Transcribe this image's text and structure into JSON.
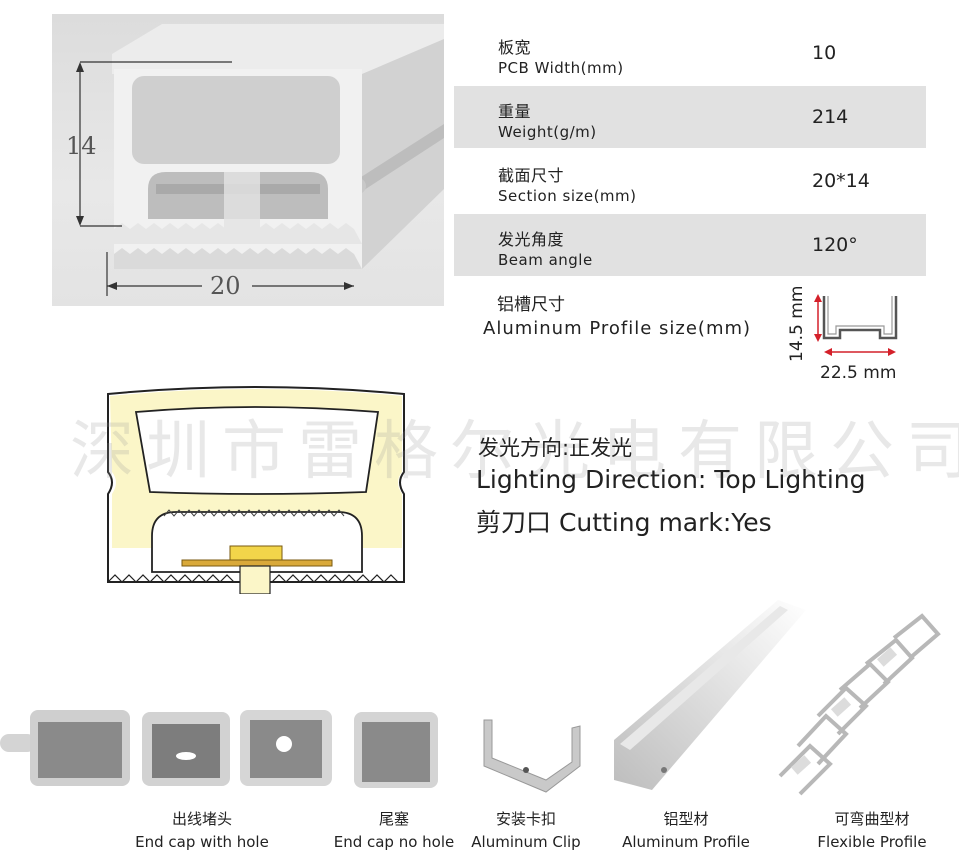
{
  "diagram": {
    "height_label": "14",
    "width_label": "20"
  },
  "specs": [
    {
      "cn": "板宽",
      "en": "PCB Width(mm)",
      "value": "10"
    },
    {
      "cn": "重量",
      "en": "Weight(g/m)",
      "value": "214"
    },
    {
      "cn": "截面尺寸",
      "en": "Section size(mm)",
      "value": "20*14"
    },
    {
      "cn": "发光角度",
      "en": "Beam angle",
      "value": "120°"
    }
  ],
  "aluminum": {
    "cn": "铝槽尺寸",
    "en": "Aluminum Profile size(mm)",
    "height_label": "14.5 mm",
    "width_label": "22.5 mm"
  },
  "watermark": "深圳市雷格尔光电有限公司",
  "lighting": {
    "cn": "发光方向:正发光",
    "en": "Lighting Direction: Top Lighting",
    "cutting": "剪刀口 Cutting mark:Yes"
  },
  "accessories": [
    {
      "cn": "出线堵头",
      "en": "End cap with hole"
    },
    {
      "cn": "尾塞",
      "en": "End cap no hole"
    },
    {
      "cn": "安装卡扣",
      "en": "Aluminum Clip"
    },
    {
      "cn": "铝型材",
      "en": "Aluminum Profile"
    },
    {
      "cn": "可弯曲型材",
      "en": "Flexible Profile"
    }
  ],
  "colors": {
    "glow": "#fbf6c8",
    "led": "#f2d54a",
    "pcb": "#d9a93a",
    "table_shade": "#e1e1e1",
    "dim_red": "#d4202a"
  }
}
